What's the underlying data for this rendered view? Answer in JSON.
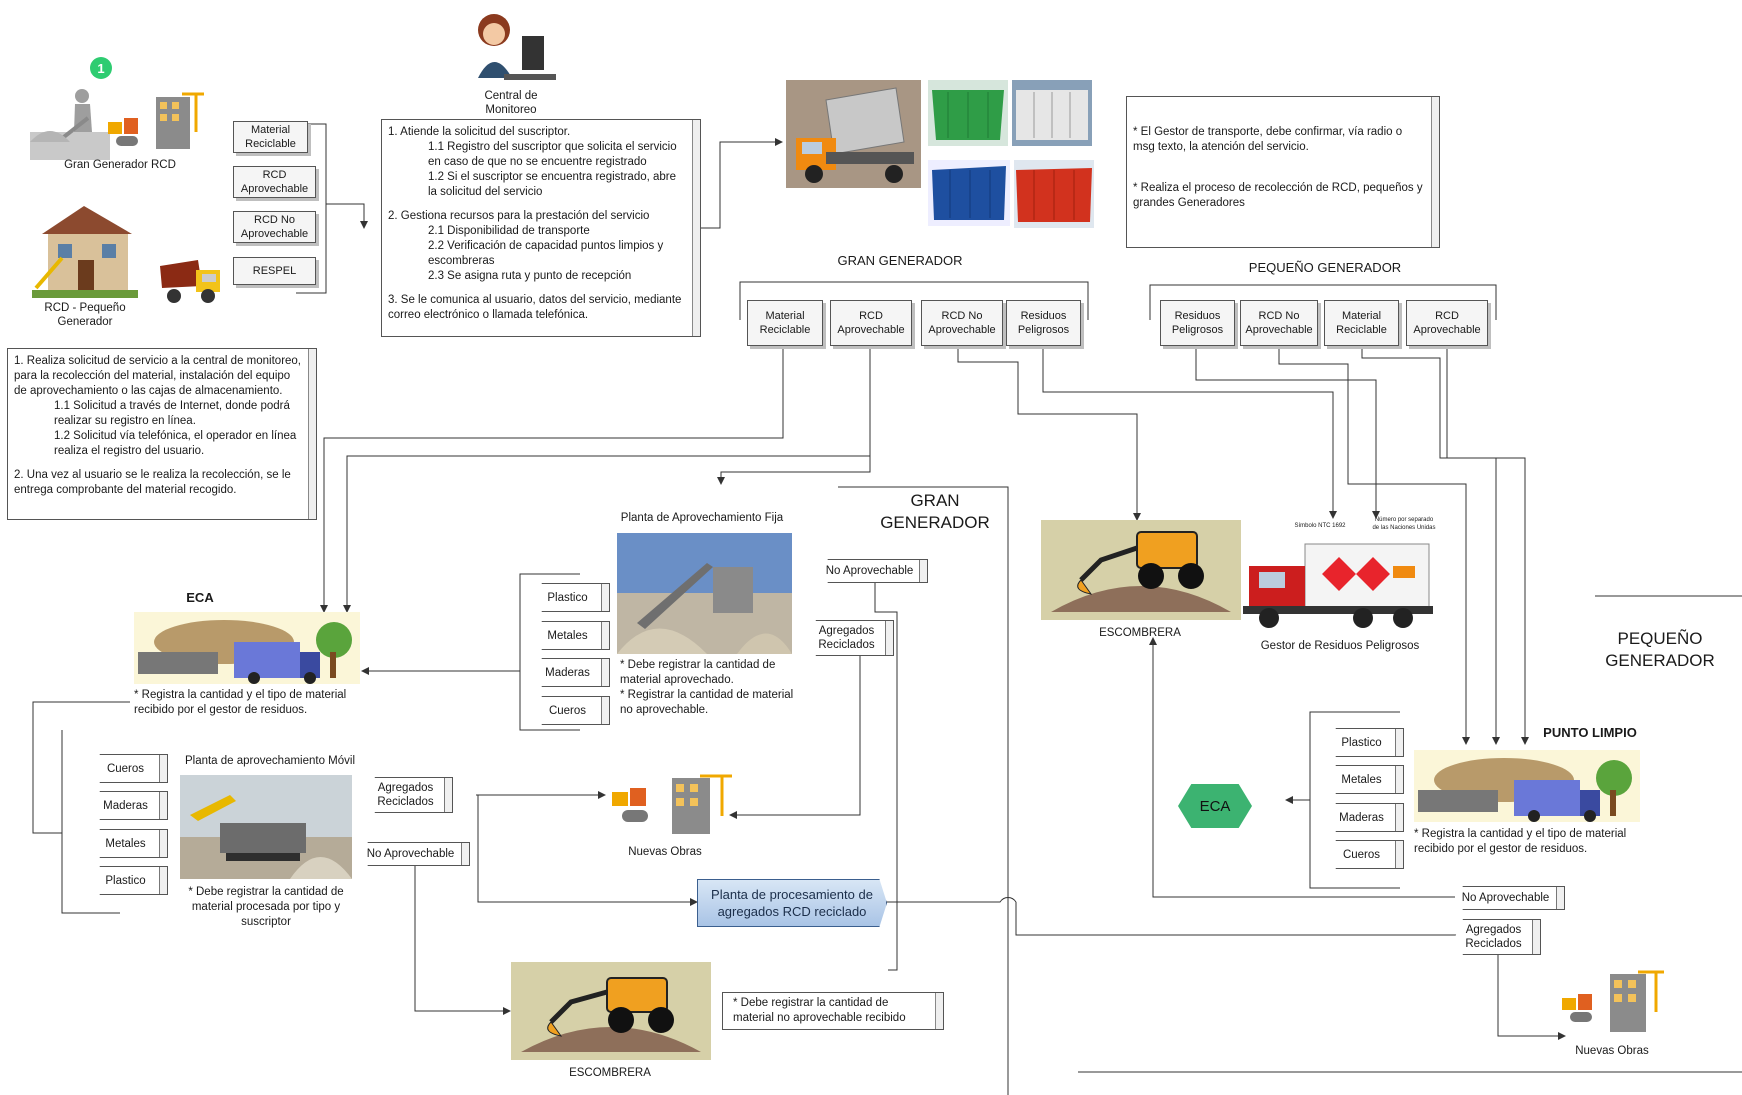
{
  "generators": {
    "badge": "1",
    "gran_rcd": "Gran Generador RCD",
    "pequeno_rcd": "RCD - Pequeño Generador"
  },
  "left_types": [
    "Material Reciclable",
    "RCD Aprovechable",
    "RCD No Aprovechable",
    "RESPEL"
  ],
  "central": {
    "title": "Central de Monitoreo",
    "lines": [
      {
        "t": "1. Atiende la solicitud del suscriptor.",
        "ind": false
      },
      {
        "t": "1.1 Registro del suscriptor que solicita el servicio en caso de que no se encuentre registrado",
        "ind": true
      },
      {
        "t": "1.2 Si el suscriptor se encuentra registrado, abre la solicitud del servicio",
        "ind": true
      },
      {
        "t": "",
        "gap": true
      },
      {
        "t": "2. Gestiona recursos para la prestación del servicio",
        "ind": false
      },
      {
        "t": "2.1 Disponibilidad de transporte",
        "ind": true
      },
      {
        "t": "2.2 Verificación de capacidad puntos limpios y escombreras",
        "ind": true
      },
      {
        "t": "2.3 Se asigna ruta y punto de recepción",
        "ind": true
      },
      {
        "t": "",
        "gap": true
      },
      {
        "t": "3. Se le comunica al usuario, datos del servicio, mediante correo electrónico o llamada telefónica.",
        "ind": false
      }
    ]
  },
  "request_panel": {
    "lines": [
      {
        "t": "1. Realiza solicitud de servicio a la central de monitoreo, para la recolección del material, instalación del equipo de aprovechamiento o las cajas de almacenamiento.",
        "ind": false
      },
      {
        "t": "1.1 Solicitud a través de Internet, donde podrá realizar su registro en línea.",
        "ind": true
      },
      {
        "t": "1.2 Solicitud vía telefónica, el operador en línea realiza el registro del usuario.",
        "ind": true
      },
      {
        "t": "",
        "gap": true
      },
      {
        "t": "2. Una vez al usuario se le realiza la recolección, se le entrega comprobante del material recogido.",
        "ind": false
      }
    ]
  },
  "transport_panel": {
    "lines": [
      "* El Gestor de transporte, debe confirmar, vía radio o msg texto, la atención del servicio.",
      "* Realiza el proceso de recolección de RCD, pequeños y grandes Generadores"
    ]
  },
  "gran_generador": {
    "heading": "GRAN GENERADOR",
    "types": [
      "Material Reciclable",
      "RCD Aprovechable",
      "RCD No Aprovechable",
      "Residuos Peligrosos"
    ]
  },
  "pequeno_generador": {
    "heading": "PEQUEÑO GENERADOR",
    "types": [
      "Residuos Peligrosos",
      "RCD No Aprovechable",
      "Material Reciclable",
      "RCD Aprovechable"
    ]
  },
  "section_labels": {
    "gran": "GRAN GENERADOR",
    "pequeno": "PEQUEÑO GENERADOR"
  },
  "eca": {
    "title": "ECA",
    "note": "* Registra la cantidad y el tipo de material recibido por el gestor de residuos."
  },
  "planta_fija": {
    "title": "Planta de Aprovechamiento Fija",
    "materials": [
      "Plastico",
      "Metales",
      "Maderas",
      "Cueros"
    ],
    "note": "* Debe registrar la cantidad de material aprovechado.\n* Registrar la cantidad de material no aprovechable."
  },
  "planta_movil": {
    "title": "Planta de aprovechamiento Móvil",
    "materials": [
      "Cueros",
      "Maderas",
      "Metales",
      "Plastico"
    ],
    "note": "* Debe registrar la cantidad de material procesada por tipo y suscriptor"
  },
  "flow_tags": {
    "no_aprovechable": "No Aprovechable",
    "agregados": "Agregados Reciclados"
  },
  "nuevas_obras": "Nuevas Obras",
  "planta_procesamiento": "Planta de procesamiento de agregados RCD reciclado",
  "escombrera": {
    "label": "ESCOMBRERA",
    "note": "* Debe registrar la cantidad de material no aprovechable recibido"
  },
  "gestor_peligrosos": {
    "label": "Gestor de Residuos Peligrosos",
    "sign1": "Símbolo NTC 1692",
    "sign2": "Número por separado de las Naciones Unidas"
  },
  "punto_limpio": {
    "title": "PUNTO LIMPIO",
    "materials": [
      "Plastico",
      "Metales",
      "Maderas",
      "Cueros"
    ],
    "note": "* Registra la cantidad y el tipo de material recibido por el gestor de residuos.",
    "eca": "ECA"
  },
  "colors": {
    "line": "#333333",
    "eca_hex": "#3cb371",
    "planta_fill": "#b8cfeb"
  }
}
